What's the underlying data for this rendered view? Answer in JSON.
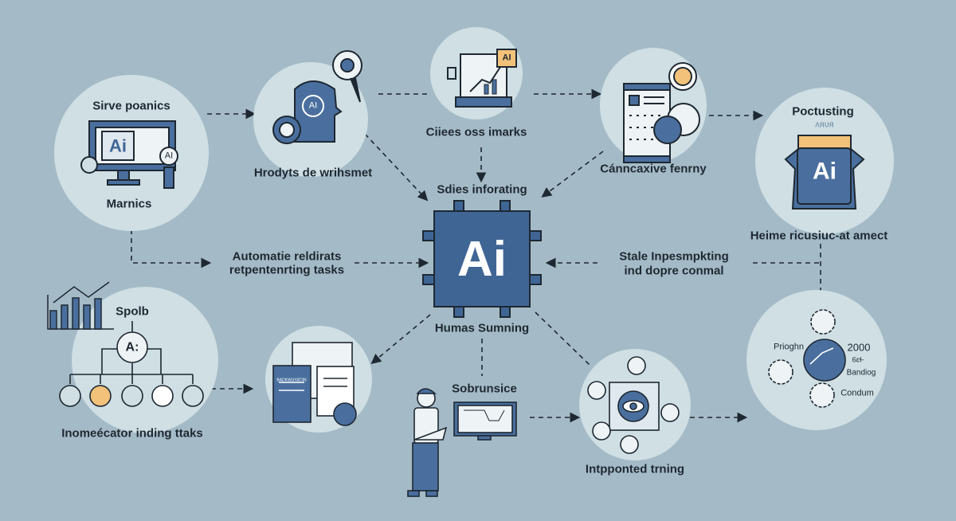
{
  "colors": {
    "background": "#a4bbc7",
    "node_fill": "#cfdfe4",
    "accent": "#4a6f9e",
    "highlight": "#f2c27a",
    "stroke": "#1e2832"
  },
  "center": {
    "chip_text": "Ai",
    "top_label": "Sdies inforating",
    "bottom_label": "Humas Sumning"
  },
  "nodes": [
    {
      "id": "monitor",
      "title": "Sirve poanics",
      "label": "Marnics",
      "icon": "monitor-ai-icon",
      "screen_text": "Ai",
      "badge_text": "AI"
    },
    {
      "id": "head",
      "label": "Hrodyts de wrihsmet",
      "icon": "ai-head-icon",
      "badge_text": "AI"
    },
    {
      "id": "analytics",
      "label": "Ciiees oss imarks",
      "icon": "laptop-chart-icon",
      "badge_text": "AI"
    },
    {
      "id": "tablet",
      "label": "Cánncaxive fenrny",
      "icon": "tablet-document-icon"
    },
    {
      "id": "robot",
      "title": "Poctusting",
      "subtitle": "ᴧᴙᴜᴙ",
      "label": "Heime ricusiuc-at amect",
      "icon": "ai-robot-icon",
      "screen_text": "Ai"
    },
    {
      "id": "org",
      "title": "Spolb",
      "label": "Inomeécator inding ttaks",
      "icon": "org-chart-icon",
      "hub_text": "A:"
    },
    {
      "id": "docs",
      "icon": "documents-icon",
      "doc_header": "BADKWUYATIIN"
    },
    {
      "id": "person",
      "title": "Sobrunsice",
      "icon": "person-presenting-icon"
    },
    {
      "id": "eye",
      "label": "Intpponted trning",
      "icon": "eye-network-icon"
    },
    {
      "id": "gears",
      "icon": "gears-network-icon",
      "labels": [
        "Prioghn",
        "2000",
        "6ɛɬ-",
        "Bandiog",
        "Condum"
      ]
    }
  ],
  "edge_labels": {
    "left": [
      "Automatie reldirats",
      "retpentenrting tasks"
    ],
    "right": [
      "Stale Inpesmpkting",
      "ind dopre conmal"
    ]
  }
}
